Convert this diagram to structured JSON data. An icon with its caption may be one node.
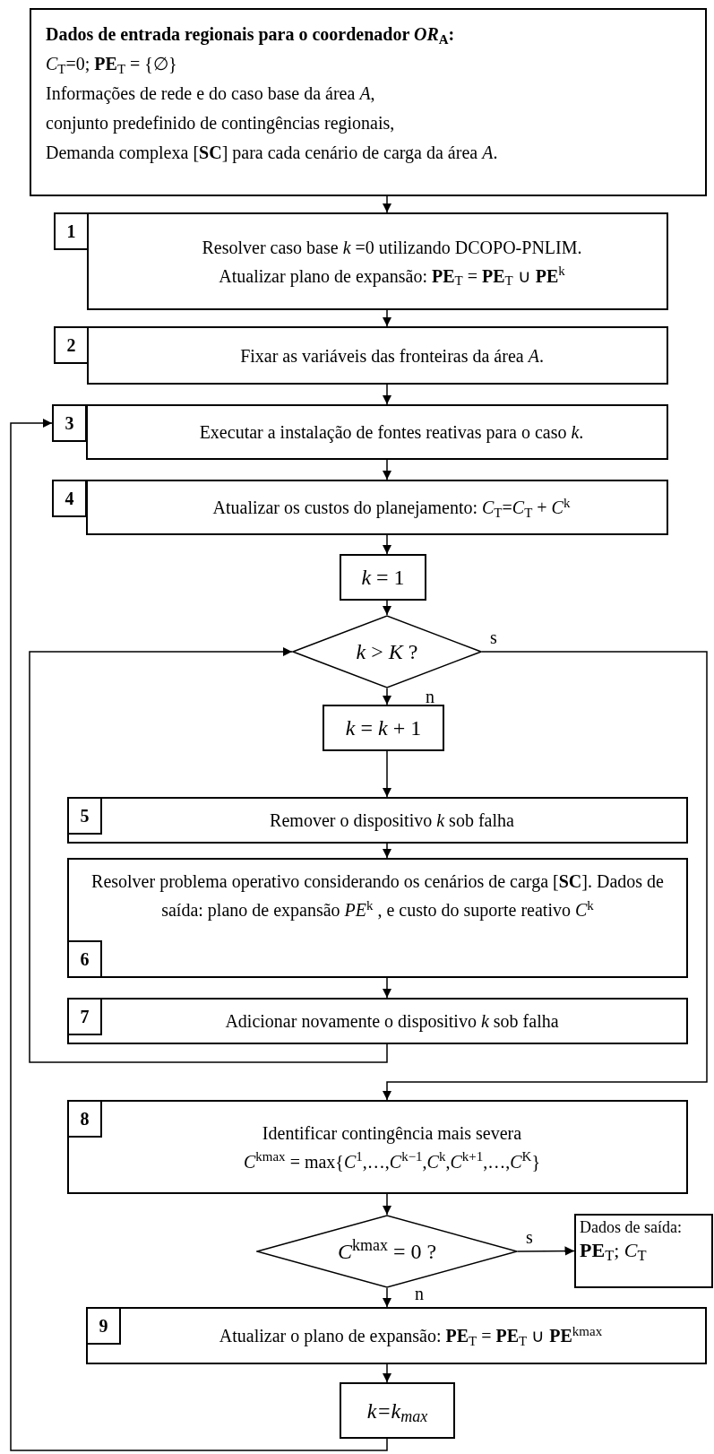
{
  "diagram": {
    "nodes": [
      {
        "text": [
          "Dados de entrada regionais para o coordenador *OR*$_{A}$:",
          "*C*$_{T}$=0; **PE**$_{T}$ = {∅}",
          "Informações de rede e do caso base da área *A*,",
          "conjunto predefinido de contingências regionais,",
          "Demanda complexa [**SC**] para cada cenário de carga da área *A*."
        ]
      },
      {
        "text": [
          "1",
          "Resolver caso base *k* =0 utilizando DCOPO-PNLIM.",
          "Atualizar plano de expansão: **PE**$_{T}$ = **PE**$_{T}$ ∪ **PE**$^{k}$"
        ]
      },
      {
        "text": [
          "2",
          "Fixar as variáveis das fronteiras da área *A*."
        ]
      },
      {
        "text": [
          "3",
          "Executar a instalação de fontes reativas para o caso *k*."
        ]
      },
      {
        "text": [
          "4",
          "Atualizar os custos do planejamento: *C*$_{T}$=*C*$_{T}$ + *C*$^{k}$"
        ]
      },
      {
        "text": [
          "*k* = 1"
        ]
      },
      {
        "text": [
          "*k* > *K* ?"
        ]
      },
      {
        "text": [
          "*k* = *k* + 1"
        ]
      },
      {
        "text": [
          "5",
          "Remover o dispositivo *k* sob falha"
        ]
      },
      {
        "text": [
          "6",
          "Resolver problema operativo considerando os cenários de carga [**SC**]. Dados de saída: plano de expansão *PE*$^{k}$ , e custo do suporte reativo *C*$^{k}$"
        ]
      },
      {
        "text": [
          "7",
          "Adicionar novamente o dispositivo *k* sob falha"
        ]
      },
      {
        "text": [
          "8",
          "Identificar contingência mais severa",
          "*C*$^{kmax}$ = max{*C*$^{1}$,…,*C*$^{k−1}$,*C*$^{k}$,*C*$^{k+1}$,…,*C*$^{K}$}"
        ]
      },
      {
        "text": [
          "*C*$^{kmax}$ = 0 ?"
        ]
      },
      {
        "text": [
          "Dados de saída:",
          "**PE**$_{T}$; *C*$_{T}$"
        ]
      },
      {
        "text": [
          "9",
          "Atualizar o plano de expansão: **PE**$_{T}$ = **PE**$_{T}$ ∪ **PE**$^{kmax}$"
        ]
      },
      {
        "text": [
          "k=k$_{max}$"
        ]
      }
    ],
    "edges": [
      {
        "from": 0,
        "to": 1,
        "arrow": "to"
      },
      {
        "from": 1,
        "to": 2,
        "arrow": "to"
      },
      {
        "from": 2,
        "to": 3,
        "arrow": "to"
      },
      {
        "from": 3,
        "to": 4,
        "arrow": "to"
      },
      {
        "from": 4,
        "to": 5,
        "arrow": "to"
      },
      {
        "from": 5,
        "to": 6,
        "arrow": "to"
      },
      {
        "from": 6,
        "to": 7,
        "arrow": "to",
        "label": "n"
      },
      {
        "from": 7,
        "to": 8,
        "arrow": "to"
      },
      {
        "from": 8,
        "to": 9,
        "arrow": "to"
      },
      {
        "from": 9,
        "to": 10,
        "arrow": "to"
      },
      {
        "from": 10,
        "to": 6,
        "arrow": "to"
      },
      {
        "from": 6,
        "to": 11,
        "arrow": "to",
        "label": "s"
      },
      {
        "from": 11,
        "to": 12,
        "arrow": "to"
      },
      {
        "from": 12,
        "to": 13,
        "arrow": "to",
        "label": "s"
      },
      {
        "from": 12,
        "to": 14,
        "arrow": "to",
        "label": "n"
      },
      {
        "from": 14,
        "to": 15,
        "arrow": "to"
      },
      {
        "from": 15,
        "to": 3,
        "arrow": "to"
      }
    ]
  }
}
